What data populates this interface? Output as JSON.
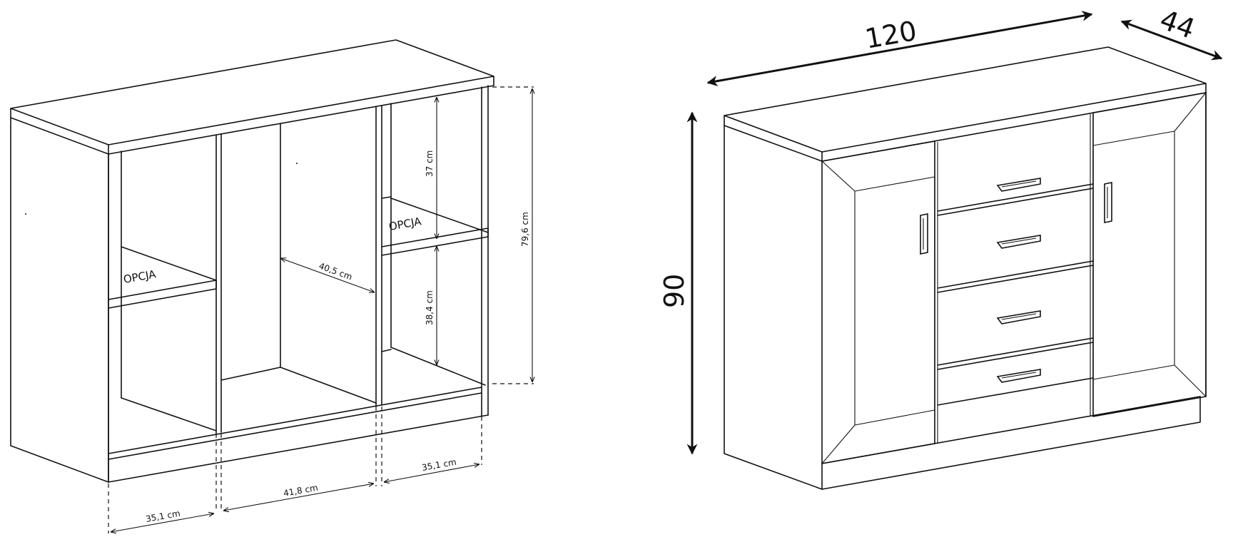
{
  "left_drawing": {
    "shelf_option_left": "OPCJA",
    "shelf_option_right": "OPCJA",
    "dim_left_width": "35,1 cm",
    "dim_middle_width": "41,8 cm",
    "dim_right_width": "35,1 cm",
    "dim_middle_depth": "40,5 cm",
    "dim_top_height": "37 cm",
    "dim_bottom_height": "38,4 cm",
    "dim_total_height": "79,6 cm"
  },
  "right_drawing": {
    "dim_width": "120",
    "dim_depth": "44",
    "dim_height": "90"
  }
}
